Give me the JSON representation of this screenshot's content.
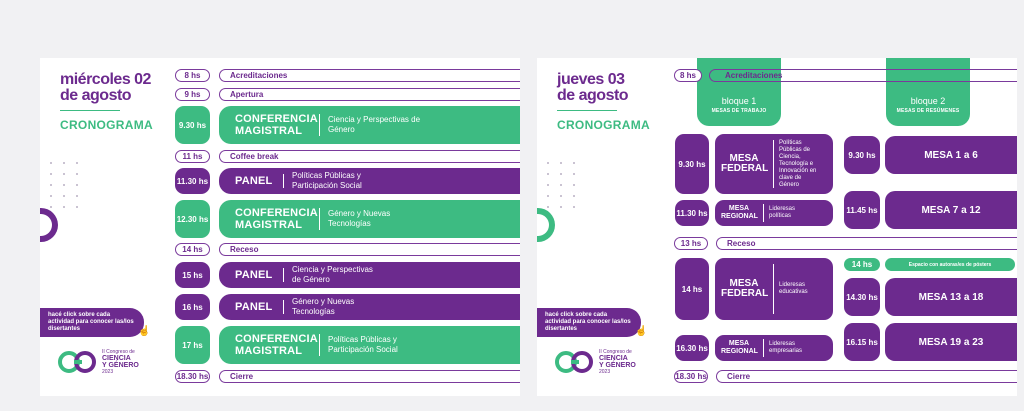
{
  "day1": {
    "title_line1": "miércoles 02",
    "title_line2": "de agosto",
    "cronograma": "CRONOGRAMA",
    "click_note": "hacé click sobre cada actividad para conocer las/los disertantes",
    "logo": {
      "line1": "II Congreso de",
      "line2": "CIENCIA",
      "line3": "Y GÉNERO",
      "line4": "2023"
    },
    "schedule": [
      {
        "time": "8 hs",
        "label": "Acreditaciones"
      },
      {
        "time": "9 hs",
        "label": "Apertura"
      },
      {
        "time": "9.30 hs",
        "kind": "CONFERENCIA MAGISTRAL",
        "desc": "Ciencia y Perspectivas de Género"
      },
      {
        "time": "11 hs",
        "label": "Coffee break"
      },
      {
        "time": "11.30 hs",
        "kind": "PANEL",
        "desc": "Políticas Públicas y Participación Social"
      },
      {
        "time": "12.30 hs",
        "kind": "CONFERENCIA MAGISTRAL",
        "desc": "Género y Nuevas Tecnologías"
      },
      {
        "time": "14 hs",
        "label": "Receso"
      },
      {
        "time": "15 hs",
        "kind": "PANEL",
        "desc": "Ciencia y Perspectivas de Género"
      },
      {
        "time": "16 hs",
        "kind": "PANEL",
        "desc": "Género y Nuevas Tecnologías"
      },
      {
        "time": "17 hs",
        "kind": "CONFERENCIA MAGISTRAL",
        "desc": "Políticas Públicas y Participación Social"
      },
      {
        "time": "18.30 hs",
        "label": "Cierre"
      }
    ]
  },
  "day2": {
    "title_line1": "jueves 03",
    "title_line2": "de agosto",
    "cronograma": "CRONOGRAMA",
    "click_note": "hacé click sobre cada actividad para conocer las/los disertantes",
    "logo": {
      "line1": "II Congreso de",
      "line2": "CIENCIA",
      "line3": "Y GÉNERO",
      "line4": "2023"
    },
    "acreditaciones": {
      "time": "8 hs",
      "label": "Acreditaciones"
    },
    "bloque1": {
      "title": "bloque 1",
      "subtitle": "MESAS DE TRABAJO"
    },
    "bloque2": {
      "title": "bloque 2",
      "subtitle": "MESAS DE RESÚMENES"
    },
    "b1_930": {
      "time": "9.30 hs",
      "kind": "MESA FEDERAL",
      "desc": "Políticas Públicas de Ciencia, Tecnología e Innovación en clave de Género"
    },
    "b1_1130": {
      "time": "11.30 hs",
      "kind": "MESA REGIONAL",
      "desc": "Lideresas políticas"
    },
    "receso": {
      "time": "13 hs",
      "label": "Receso"
    },
    "b1_14": {
      "time": "14 hs",
      "kind": "MESA FEDERAL",
      "desc": "Lideresas educativas"
    },
    "b1_1630": {
      "time": "16.30 hs",
      "kind": "MESA REGIONAL",
      "desc": "Lideresas empresarias"
    },
    "b2_930": {
      "time": "9.30 hs",
      "label": "MESA 1 a 6"
    },
    "b2_1145": {
      "time": "11.45 hs",
      "label": "MESA 7 a 12"
    },
    "b2_14": {
      "time": "14 hs",
      "label": "Espacio con autoras/es de pósters"
    },
    "b2_1430": {
      "time": "14.30 hs",
      "label": "MESA 13 a 18"
    },
    "b2_1615": {
      "time": "16.15 hs",
      "label": "MESA 19 a 23"
    },
    "cierre": {
      "time": "18.30 hs",
      "label": "Cierre"
    }
  },
  "colors": {
    "purple": "#6c2a8e",
    "green": "#3dbb82",
    "background": "#f1f1f3"
  }
}
